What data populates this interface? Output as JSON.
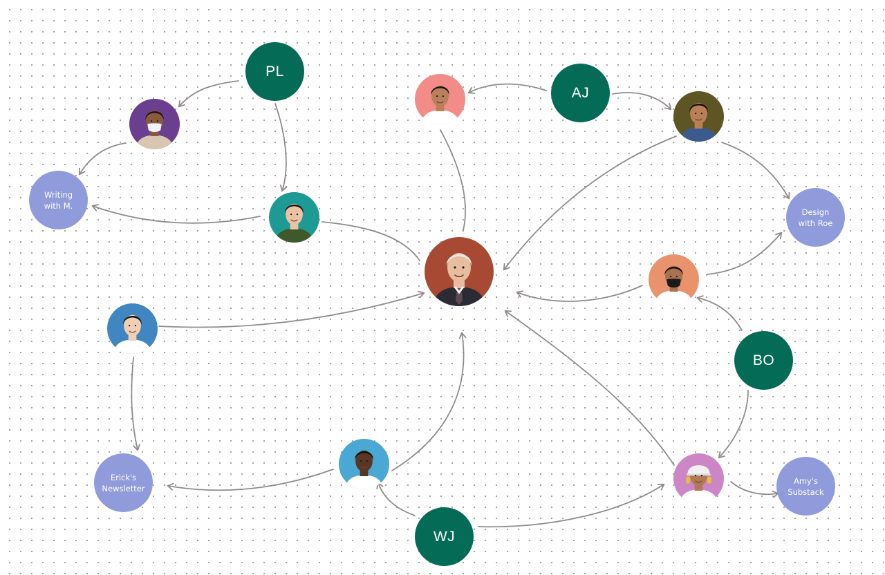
{
  "diagram": {
    "nodes": {
      "pl": {
        "initials": "PL",
        "color": "#046b56"
      },
      "aj": {
        "initials": "AJ",
        "color": "#046b56"
      },
      "bo": {
        "initials": "BO",
        "color": "#046b56"
      },
      "wj": {
        "initials": "WJ",
        "color": "#046b56"
      },
      "writing": {
        "label": "Writing\nwith M.",
        "color": "#8f9bdb"
      },
      "design": {
        "label": "Design\nwith Roe",
        "color": "#8f9bdb"
      },
      "erick": {
        "label": "Erick's\nNewsletter",
        "color": "#8f9bdb"
      },
      "amy": {
        "label": "Amy's\nSubstack",
        "color": "#8f9bdb"
      },
      "avatars": {
        "center": {
          "bg": "#a84a33",
          "skin": "#e7bda0",
          "hair": "#e8e6e2",
          "shirt": "#2b2b33"
        },
        "purple": {
          "bg": "#6b3f8f",
          "skin": "#8a5a3c",
          "hair": "#1f1410",
          "shirt": "#d8c6b0",
          "mask": "#f4f4f4"
        },
        "pink": {
          "bg": "#f38c86",
          "skin": "#b9805c",
          "hair": "#1c130e",
          "shirt": "#ffffff"
        },
        "olive": {
          "bg": "#5e5525",
          "skin": "#b87f58",
          "hair": "#16100c",
          "shirt": "#3b5a8e"
        },
        "teal": {
          "bg": "#1d9a93",
          "skin": "#e9c3a3",
          "hair": "#1b1410",
          "shirt": "#3f5a2a"
        },
        "blue": {
          "bg": "#3f86c2",
          "skin": "#f1cfb5",
          "hair": "#15100d",
          "shirt": "#ffffff"
        },
        "orange": {
          "bg": "#e8936b",
          "skin": "#a8714f",
          "hair": "#18110d",
          "shirt": "#ffffff",
          "mask": "#1a1a1a"
        },
        "skyblue": {
          "bg": "#4aa8d4",
          "skin": "#5a3624",
          "hair": "#140e0a",
          "shirt": "#ffffff"
        },
        "magenta": {
          "bg": "#cc86c6",
          "skin": "#b07a56",
          "hair": "#1a120d",
          "shirt": "#ffffff",
          "helmet": "#f1f1f1"
        }
      }
    },
    "edge_color": "#918a8b"
  }
}
